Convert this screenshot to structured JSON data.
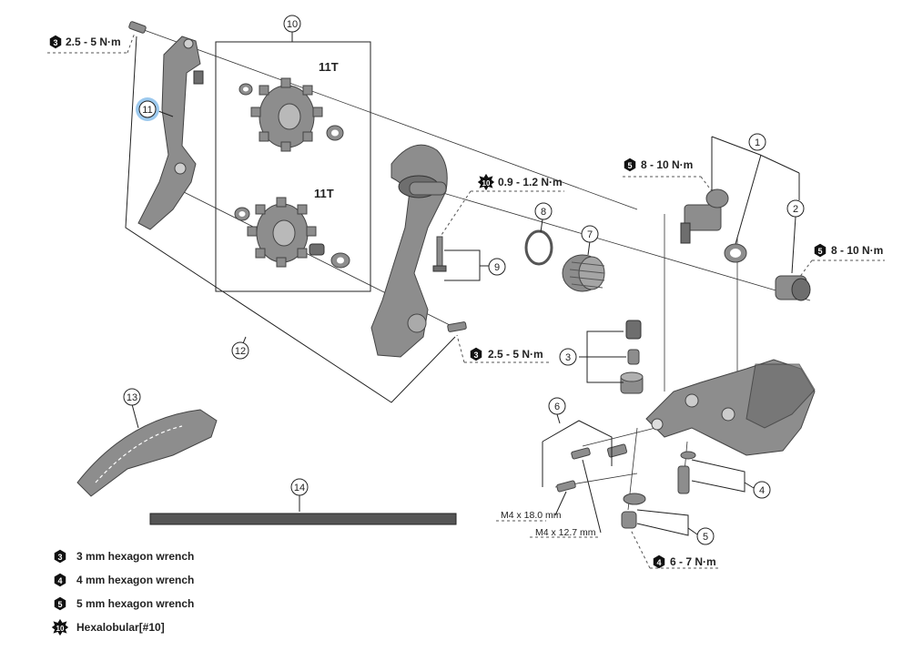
{
  "callouts": {
    "c1": "1",
    "c2": "2",
    "c3": "3",
    "c4": "4",
    "c5": "5",
    "c6": "6",
    "c7": "7",
    "c8": "8",
    "c9": "9",
    "c10": "10",
    "c11": "11",
    "c12": "12",
    "c13": "13",
    "c14": "14"
  },
  "gear_labels": {
    "top": "11T",
    "bottom": "11T"
  },
  "torques": {
    "t_top_left": {
      "tool": "3",
      "value": "2.5 - 5 N·m"
    },
    "t_mid": {
      "tool": "3",
      "value": "2.5 - 5 N·m"
    },
    "t_hexalob": {
      "tool": "10",
      "value": "0.9 - 1.2 N·m"
    },
    "t_b_bolt": {
      "tool": "5",
      "value": "8 - 10 N·m"
    },
    "t_axle": {
      "tool": "5",
      "value": "8 - 10 N·m"
    },
    "t_bottom": {
      "tool": "4",
      "value": "6 - 7 N·m"
    }
  },
  "bolt_sizes": {
    "long": "M4 x 18.0 mm",
    "short": "M4 x 12.7 mm"
  },
  "legend": [
    {
      "tool": "3",
      "label": "3 mm hexagon wrench"
    },
    {
      "tool": "4",
      "label": "4 mm hexagon wrench"
    },
    {
      "tool": "5",
      "label": "5 mm hexagon wrench"
    },
    {
      "tool": "10",
      "label": "Hexalobular[#10]"
    }
  ],
  "colors": {
    "highlight": "#9cc9ee",
    "part": "#8d8d8d",
    "ink": "#222222"
  }
}
